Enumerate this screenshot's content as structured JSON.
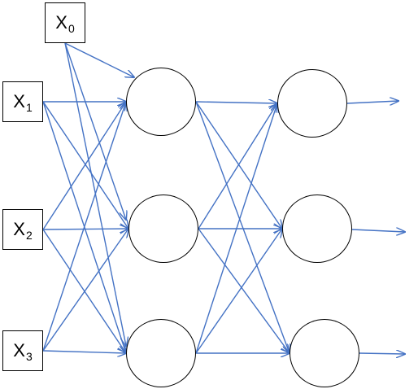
{
  "colors": {
    "edge": "#4472C4",
    "node_border": "#000000",
    "background": "#ffffff"
  },
  "inputs": [
    {
      "id": "x0",
      "base": "X",
      "sub": "0"
    },
    {
      "id": "x1",
      "base": "X",
      "sub": "1"
    },
    {
      "id": "x2",
      "base": "X",
      "sub": "2"
    },
    {
      "id": "x3",
      "base": "X",
      "sub": "3"
    }
  ],
  "layers": [
    {
      "id": "hidden",
      "nodes": [
        "h1",
        "h2",
        "h3"
      ]
    },
    {
      "id": "output",
      "nodes": [
        "o1",
        "o2",
        "o3"
      ]
    }
  ],
  "connections": {
    "input_to_hidden": "fully-connected",
    "hidden_to_output": "fully-connected",
    "output_arrows": 3
  }
}
